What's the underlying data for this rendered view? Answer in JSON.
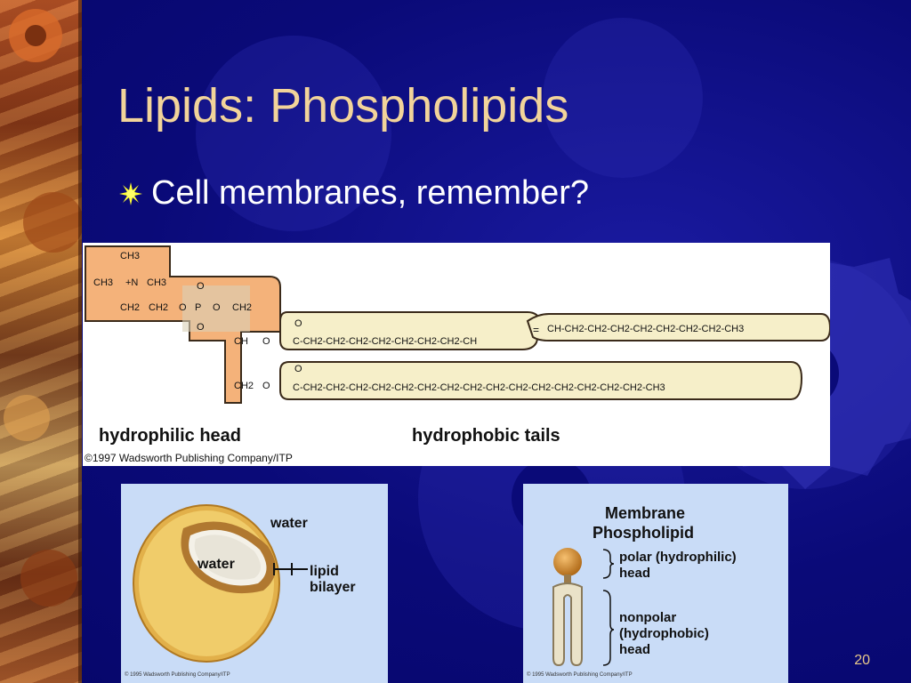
{
  "slide": {
    "title": "Lipids: Phospholipids",
    "bullet": "Cell membranes, remember?",
    "page_number": "20"
  },
  "structure_diagram": {
    "head_atoms": {
      "ch3_top": "CH3",
      "ch3_left": "CH3",
      "n_plus": "+N",
      "ch3_right": "CH3",
      "ch2_a": "CH2",
      "ch2_b": "CH2",
      "o1": "O",
      "p": "P",
      "o2": "O",
      "ch2_c": "CH2",
      "o_top": "O",
      "o_bottom": "O",
      "ch": "CH",
      "o3": "O",
      "ch2_d": "CH2",
      "o4": "O"
    },
    "tail_top_left": "C-CH2-CH2-CH2-CH2-CH2-CH2-CH2-CH",
    "double_bond": "=",
    "tail_top_right": "CH-CH2-CH2-CH2-CH2-CH2-CH2-CH2-CH3",
    "tail_bottom": "C-CH2-CH2-CH2-CH2-CH2-CH2-CH2-CH2-CH2-CH2-CH2-CH2-CH2-CH2-CH2-CH3",
    "carbonyl_o": "O",
    "caption_head": "hydrophilic head",
    "caption_tails": "hydrophobic tails",
    "copyright": "©1997 Wadsworth Publishing Company/ITP"
  },
  "liposome_panel": {
    "label_water_outer": "water",
    "label_water_inner": "water",
    "label_bilayer_1": "lipid",
    "label_bilayer_2": "bilayer",
    "copyright": "© 1995 Wadsworth Publishing Company/ITP"
  },
  "phospholipid_panel": {
    "title_1": "Membrane",
    "title_2": "Phospholipid",
    "polar_1": "polar (hydrophilic)",
    "polar_2": "head",
    "nonpolar_1": "nonpolar",
    "nonpolar_2": "(hydrophobic)",
    "nonpolar_3": "head",
    "copyright": "© 1995 Wadsworth Publishing Company/ITP"
  },
  "colors": {
    "title": "#f2d49a",
    "background": "#0a0a78",
    "head_fill": "#f4b27a",
    "tail_fill": "#f6efc9",
    "panel_bg": "#c9dcf7",
    "bullet": "#ffff33"
  }
}
